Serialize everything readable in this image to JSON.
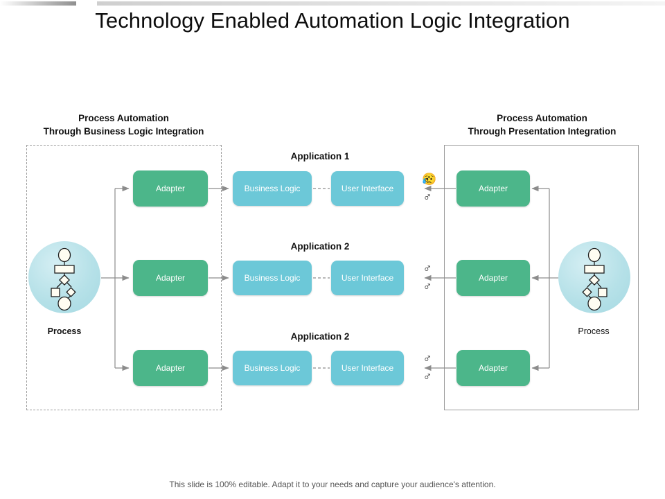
{
  "slide": {
    "title": "Technology Enabled Automation Logic Integration",
    "footer": "This slide is 100% editable. Adapt it to your needs and capture your audience's attention."
  },
  "colors": {
    "adapter_green": "#4cb68a",
    "app_blue": "#6cc8d8",
    "process_circle": "#b6e1e8",
    "connector": "#8c8c8c",
    "text_dark": "#111111"
  },
  "left_section": {
    "header_line1": "Process Automation",
    "header_line2": "Through Business Logic Integration",
    "border_style": "dashed",
    "process": {
      "label": "Process",
      "icon": "process-flowchart-icon"
    },
    "adapters": [
      {
        "label": "Adapter"
      },
      {
        "label": "Adapter"
      },
      {
        "label": "Adapter"
      }
    ]
  },
  "applications": [
    {
      "title": "Application 1",
      "business_logic": "Business Logic",
      "user_interface": "User Interface"
    },
    {
      "title": "Application 2",
      "business_logic": "Business Logic",
      "user_interface": "User Interface"
    },
    {
      "title": "Application 2",
      "business_logic": "Business Logic",
      "user_interface": "User Interface"
    }
  ],
  "right_section": {
    "header_line1": "Process Automation",
    "header_line2": "Through Presentation Integration",
    "border_style": "solid",
    "process": {
      "label": "Process",
      "icon": "process-flowchart-icon"
    },
    "adapters": [
      {
        "label": "Adapter"
      },
      {
        "label": "Adapter"
      },
      {
        "label": "Adapter"
      }
    ],
    "users": [
      {
        "top_icon": "person-female-icon",
        "bottom_icon": "person-male-icon"
      },
      {
        "top_icon": "person-female-icon",
        "bottom_icon": "person-male-icon"
      },
      {
        "top_icon": "person-female-icon",
        "bottom_icon": "person-male-icon"
      }
    ]
  }
}
